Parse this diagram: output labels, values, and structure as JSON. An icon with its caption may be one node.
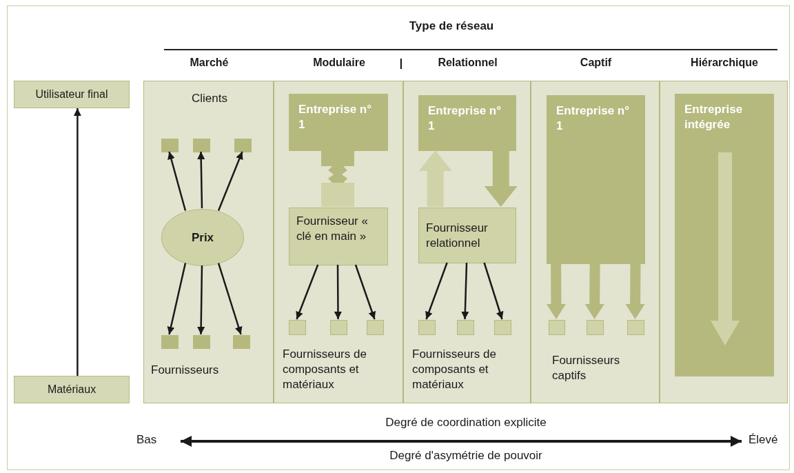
{
  "diagram": {
    "title": "Type de réseau",
    "nodes": [
      {
        "text": [
          "Utilisateur final"
        ]
      },
      {
        "text": [
          "Matériaux"
        ]
      },
      {
        "text": [
          "Marché",
          "Clients",
          "Fournisseurs"
        ]
      },
      {
        "text": [
          "Prix"
        ],
        "in": 2
      },
      {
        "text": [],
        "shape": "box",
        "in": 2
      },
      {
        "text": [],
        "shape": "box",
        "in": 2
      },
      {
        "text": [],
        "shape": "box",
        "in": 2
      },
      {
        "text": [],
        "shape": "box",
        "in": 2
      },
      {
        "text": [],
        "shape": "box",
        "in": 2
      },
      {
        "text": [],
        "shape": "box",
        "in": 2
      },
      {
        "text": [
          "Modulaire",
          "Fournisseurs de composants et matériaux"
        ]
      },
      {
        "text": [
          "Entreprise n° 1"
        ],
        "in": 10
      },
      {
        "text": [
          "Fournisseur « clé en main »"
        ],
        "in": 10
      },
      {
        "text": [],
        "shape": "box",
        "in": 10
      },
      {
        "text": [],
        "shape": "box",
        "in": 10
      },
      {
        "text": [],
        "shape": "box",
        "in": 10
      },
      {
        "text": [
          "Relationnel",
          "Fournisseurs de composants et matériaux"
        ]
      },
      {
        "text": [
          "Entreprise n° 1"
        ],
        "in": 16
      },
      {
        "text": [
          "Fournisseur relationnel"
        ],
        "in": 16
      },
      {
        "text": [],
        "shape": "box",
        "in": 16
      },
      {
        "text": [],
        "shape": "box",
        "in": 16
      },
      {
        "text": [],
        "shape": "box",
        "in": 16
      },
      {
        "text": [
          "Captif",
          "Fournisseurs captifs"
        ]
      },
      {
        "text": [
          "Entreprise n° 1"
        ],
        "in": 22
      },
      {
        "text": [],
        "shape": "box",
        "in": 22
      },
      {
        "text": [],
        "shape": "box",
        "in": 22
      },
      {
        "text": [],
        "shape": "box",
        "in": 22
      },
      {
        "text": [
          "Hiérarchique"
        ]
      },
      {
        "text": [
          "Entreprise intégrée"
        ],
        "in": 27
      }
    ],
    "edges": [
      {
        "from": 1,
        "to": 0,
        "arrow": "to"
      },
      {
        "from": 3,
        "to": 4,
        "arrow": "to"
      },
      {
        "from": 3,
        "to": 5,
        "arrow": "to"
      },
      {
        "from": 3,
        "to": 6,
        "arrow": "to"
      },
      {
        "from": 3,
        "to": 7,
        "arrow": "to"
      },
      {
        "from": 3,
        "to": 8,
        "arrow": "to"
      },
      {
        "from": 3,
        "to": 9,
        "arrow": "to"
      },
      {
        "from": 11,
        "to": 12,
        "arrow": "none",
        "style": "thick",
        "color": "#b5b97e"
      },
      {
        "from": 12,
        "to": 13,
        "arrow": "to"
      },
      {
        "from": 12,
        "to": 14,
        "arrow": "to"
      },
      {
        "from": 12,
        "to": 15,
        "arrow": "to"
      },
      {
        "from": 18,
        "to": 17,
        "arrow": "to",
        "style": "thick",
        "color": "#d0d3a8"
      },
      {
        "from": 17,
        "to": 18,
        "arrow": "to",
        "style": "thick",
        "color": "#b5b97e"
      },
      {
        "from": 18,
        "to": 19,
        "arrow": "to"
      },
      {
        "from": 18,
        "to": 20,
        "arrow": "to"
      },
      {
        "from": 18,
        "to": 21,
        "arrow": "to"
      },
      {
        "from": 23,
        "to": 24,
        "arrow": "to",
        "style": "thick",
        "color": "#b5b97e"
      },
      {
        "from": 23,
        "to": 25,
        "arrow": "to",
        "style": "thick",
        "color": "#b5b97e"
      },
      {
        "from": 23,
        "to": 26,
        "arrow": "to",
        "style": "thick",
        "color": "#b5b97e"
      }
    ],
    "labels": [
      "|",
      "Degré de coordination explicite",
      "Bas",
      "Élevé",
      "Degré d'asymétrie de pouvoir"
    ]
  }
}
